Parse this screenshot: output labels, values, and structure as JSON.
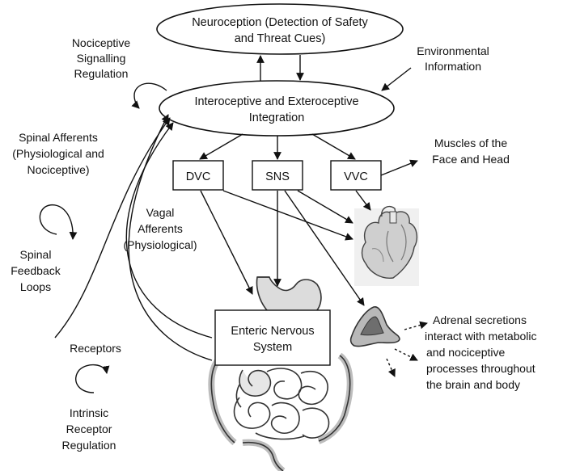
{
  "nodes": {
    "neuroception": {
      "line1": "Neuroception (Detection of Safety",
      "line2": "and Threat Cues)"
    },
    "integration": {
      "line1": "Interoceptive and Exteroceptive",
      "line2": "Integration"
    },
    "dvc": "DVC",
    "sns": "SNS",
    "vvc": "VVC",
    "enteric": {
      "line1": "Enteric Nervous",
      "line2": "System"
    }
  },
  "labels": {
    "nociceptive_regulation": [
      "Nociceptive",
      "Signalling",
      "Regulation"
    ],
    "environmental": [
      "Environmental",
      "Information"
    ],
    "spinal_afferents": [
      "Spinal Afferents",
      "(Physiological and",
      "Nociceptive)"
    ],
    "muscles": [
      "Muscles of the",
      "Face and Head"
    ],
    "vagal_afferents": [
      "Vagal",
      "Afferents",
      "(Physiological)"
    ],
    "spinal_feedback": [
      "Spinal",
      "Feedback",
      "Loops"
    ],
    "receptors": "Receptors",
    "intrinsic": [
      "Intrinsic",
      "Receptor",
      "Regulation"
    ],
    "adrenal": [
      "Adrenal secretions",
      "interact with metabolic",
      "and nociceptive",
      "processes throughout",
      "the brain and body"
    ]
  },
  "icons": [
    "heart-illustration",
    "stomach-illustration",
    "intestines-illustration",
    "adrenal-gland-illustration"
  ]
}
